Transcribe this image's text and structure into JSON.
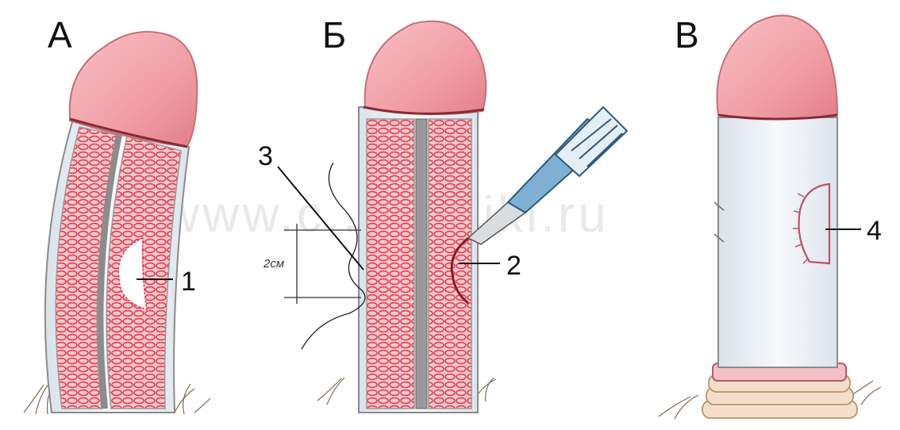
{
  "panels": [
    {
      "letter": "А"
    },
    {
      "letter": "Б"
    },
    {
      "letter": "В"
    }
  ],
  "callouts": [
    "1",
    "2",
    "3",
    "4"
  ],
  "measure_label": "2см",
  "watermark": "www.c..plastiki.ru",
  "colors": {
    "glans": "#f2a7ad",
    "cavernous_tissue": "#e8505b",
    "septum": "#8c8c8c",
    "skin": "#eef3f8",
    "scalpel_handle": "#6fa3c9"
  }
}
